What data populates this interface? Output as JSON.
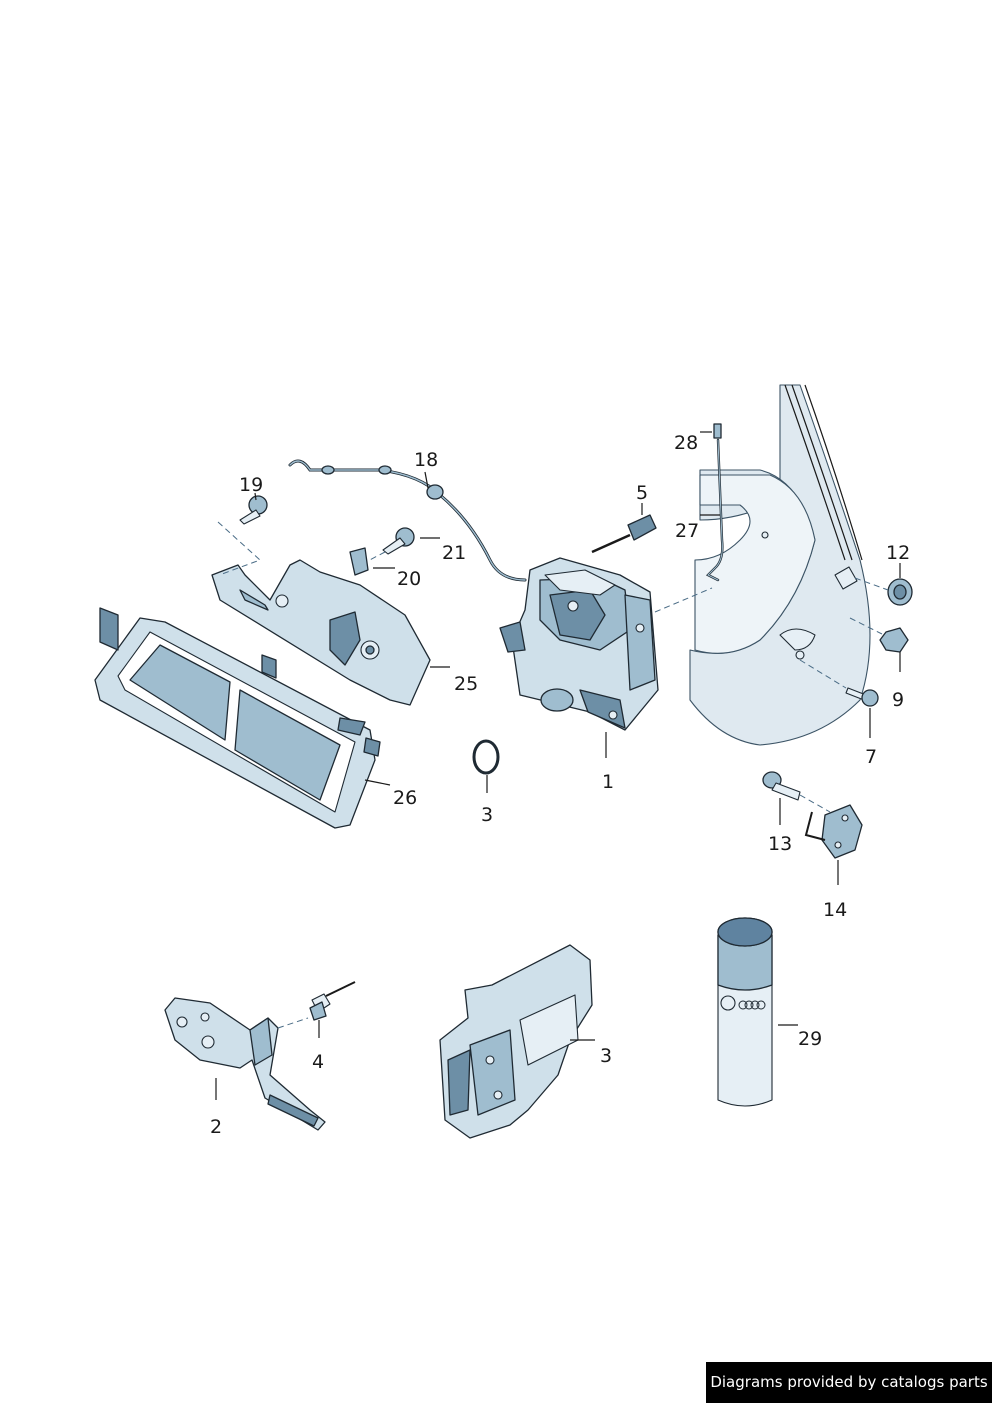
{
  "callouts": {
    "c1": "1",
    "c2": "2",
    "c3a": "3",
    "c3b": "3",
    "c4": "4",
    "c5": "5",
    "c7": "7",
    "c9": "9",
    "c12": "12",
    "c13": "13",
    "c14": "14",
    "c18": "18",
    "c19": "19",
    "c20": "20",
    "c21": "21",
    "c25": "25",
    "c26": "26",
    "c27": "27",
    "c28": "28",
    "c29": "29"
  },
  "footer": {
    "credit": "Diagrams provided by catalogs parts"
  },
  "colors": {
    "part_fill": "#cfe0ea",
    "part_shade": "#6d8fa6",
    "outline": "#1f2a33",
    "credit_bg": "#000000"
  }
}
